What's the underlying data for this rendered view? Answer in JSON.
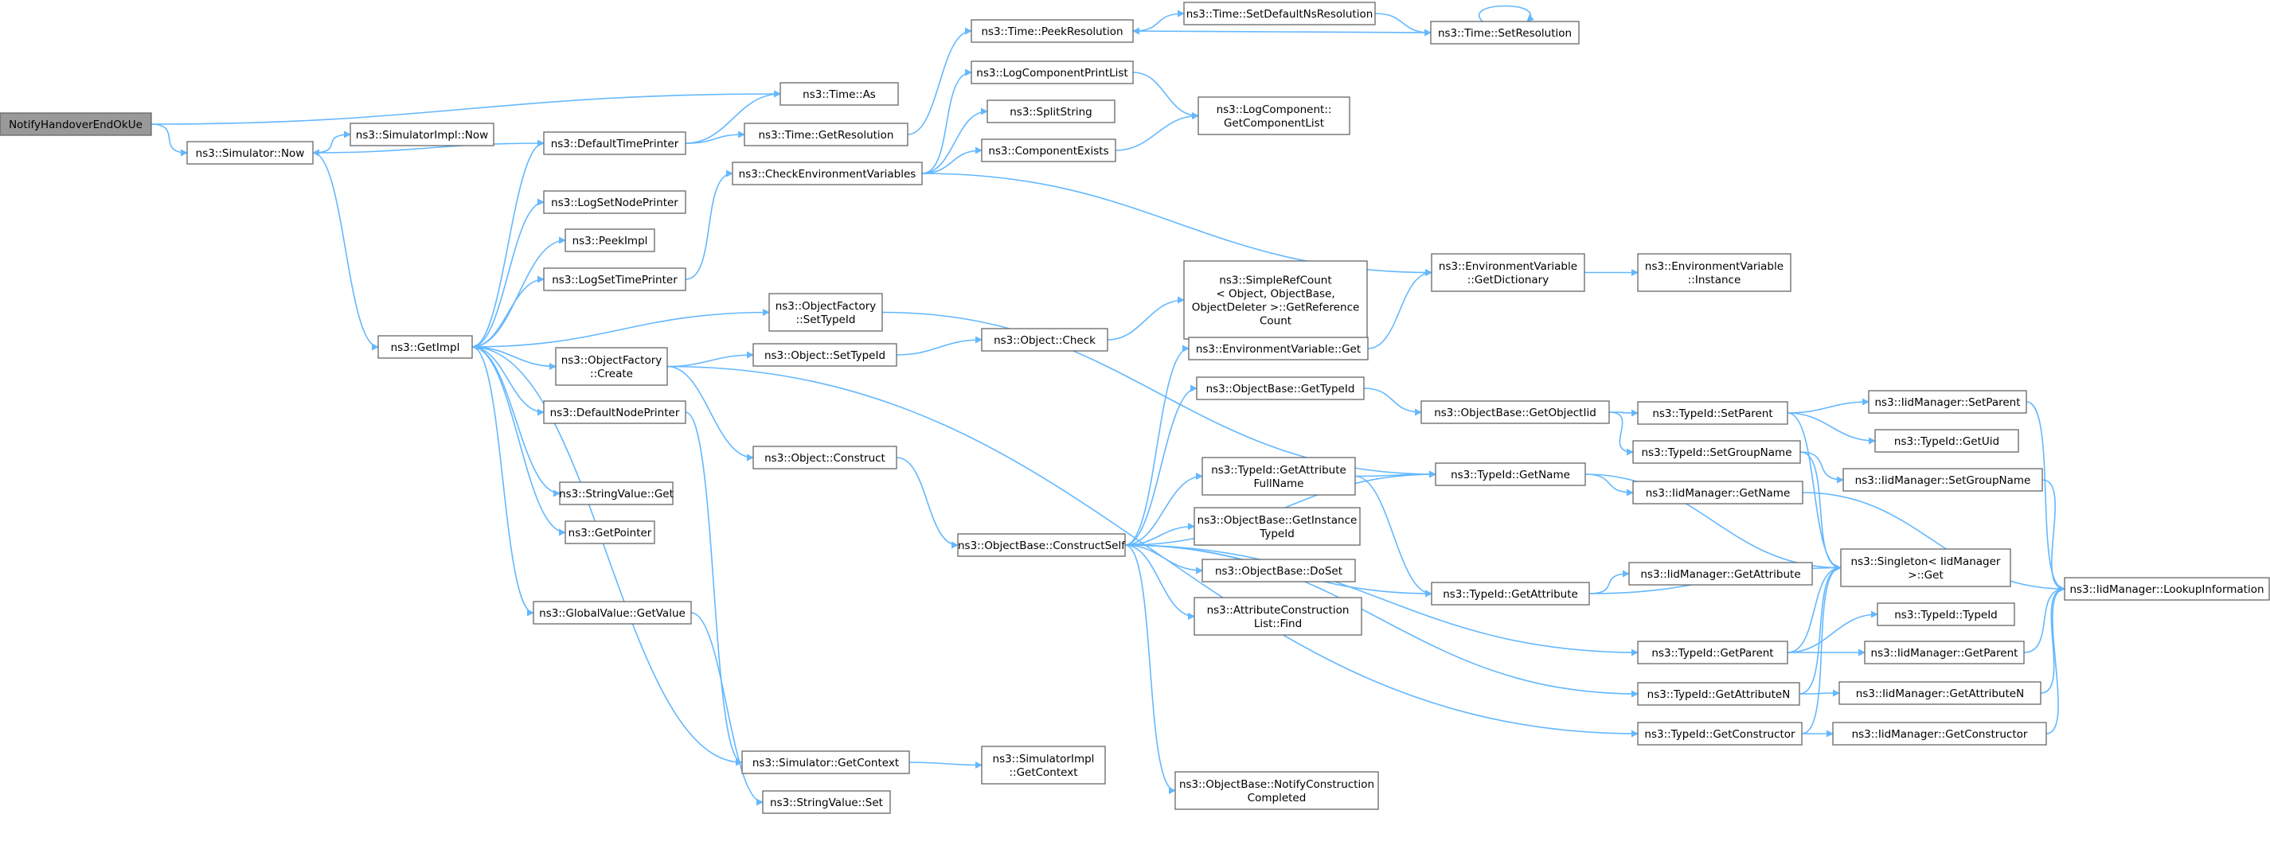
{
  "colors": {
    "edge": "#63b8ff",
    "node_border": "#666666",
    "root_fill": "#999999",
    "background": "#ffffff"
  },
  "nodes": [
    {
      "id": "root",
      "label": [
        "NotifyHandoverEndOkUe"
      ]
    },
    {
      "id": "now",
      "label": [
        "ns3::Simulator::Now"
      ]
    },
    {
      "id": "implnow",
      "label": [
        "ns3::SimulatorImpl::Now"
      ]
    },
    {
      "id": "dtp",
      "label": [
        "ns3::DefaultTimePrinter"
      ]
    },
    {
      "id": "timeas",
      "label": [
        "ns3::Time::As"
      ]
    },
    {
      "id": "getres",
      "label": [
        "ns3::Time::GetResolution"
      ]
    },
    {
      "id": "peekres",
      "label": [
        "ns3::Time::PeekResolution"
      ]
    },
    {
      "id": "setdef",
      "label": [
        "ns3::Time::SetDefaultNsResolution"
      ]
    },
    {
      "id": "setres",
      "label": [
        "ns3::Time::SetResolution"
      ]
    },
    {
      "id": "logcpl",
      "label": [
        "ns3::LogComponentPrintList"
      ]
    },
    {
      "id": "splitstr",
      "label": [
        "ns3::SplitString"
      ]
    },
    {
      "id": "compex",
      "label": [
        "ns3::ComponentExists"
      ]
    },
    {
      "id": "checkenv",
      "label": [
        "ns3::CheckEnvironmentVariables"
      ]
    },
    {
      "id": "logcomp",
      "label": [
        "ns3::LogComponent::",
        "GetComponentList"
      ]
    },
    {
      "id": "getimpl",
      "label": [
        "ns3::GetImpl"
      ]
    },
    {
      "id": "lsnp",
      "label": [
        "ns3::LogSetNodePrinter"
      ]
    },
    {
      "id": "peekimpl",
      "label": [
        "ns3::PeekImpl"
      ]
    },
    {
      "id": "lstp",
      "label": [
        "ns3::LogSetTimePrinter"
      ]
    },
    {
      "id": "ofsettid",
      "label": [
        "ns3::ObjectFactory",
        "::SetTypeId"
      ]
    },
    {
      "id": "ofcreate",
      "label": [
        "ns3::ObjectFactory",
        "::Create"
      ]
    },
    {
      "id": "dnp",
      "label": [
        "ns3::DefaultNodePrinter"
      ]
    },
    {
      "id": "strget",
      "label": [
        "ns3::StringValue::Get"
      ]
    },
    {
      "id": "getptr",
      "label": [
        "ns3::GetPointer"
      ]
    },
    {
      "id": "gvget",
      "label": [
        "ns3::GlobalValue::GetValue"
      ]
    },
    {
      "id": "simctx",
      "label": [
        "ns3::Simulator::GetContext"
      ]
    },
    {
      "id": "strset",
      "label": [
        "ns3::StringValue::Set"
      ]
    },
    {
      "id": "implctx",
      "label": [
        "ns3::SimulatorImpl",
        "::GetContext"
      ]
    },
    {
      "id": "objsettid",
      "label": [
        "ns3::Object::SetTypeId"
      ]
    },
    {
      "id": "objcheck",
      "label": [
        "ns3::Object::Check"
      ]
    },
    {
      "id": "objconstruct",
      "label": [
        "ns3::Object::Construct"
      ]
    },
    {
      "id": "srcget",
      "label": [
        "ns3::SimpleRefCount",
        "< Object, ObjectBase,",
        "ObjectDeleter >::GetReference",
        "Count"
      ]
    },
    {
      "id": "obcs",
      "label": [
        "ns3::ObjectBase::ConstructSelf"
      ]
    },
    {
      "id": "envget",
      "label": [
        "ns3::EnvironmentVariable::Get"
      ]
    },
    {
      "id": "envdict",
      "label": [
        "ns3::EnvironmentVariable",
        "::GetDictionary"
      ]
    },
    {
      "id": "envinst",
      "label": [
        "ns3::EnvironmentVariable",
        "::Instance"
      ]
    },
    {
      "id": "obgettid",
      "label": [
        "ns3::ObjectBase::GetTypeId"
      ]
    },
    {
      "id": "tidgafn",
      "label": [
        "ns3::TypeId::GetAttribute",
        "FullName"
      ]
    },
    {
      "id": "obgitid",
      "label": [
        "ns3::ObjectBase::GetInstance",
        "TypeId"
      ]
    },
    {
      "id": "obdoset",
      "label": [
        "ns3::ObjectBase::DoSet"
      ]
    },
    {
      "id": "aclfind",
      "label": [
        "ns3::AttributeConstruction",
        "List::Find"
      ]
    },
    {
      "id": "obnotify",
      "label": [
        "ns3::ObjectBase::NotifyConstruction",
        "Completed"
      ]
    },
    {
      "id": "obgoid",
      "label": [
        "ns3::ObjectBase::GetObjectIid"
      ]
    },
    {
      "id": "tidgetname",
      "label": [
        "ns3::TypeId::GetName"
      ]
    },
    {
      "id": "tidgetattr",
      "label": [
        "ns3::TypeId::GetAttribute"
      ]
    },
    {
      "id": "tidgetparent",
      "label": [
        "ns3::TypeId::GetParent"
      ]
    },
    {
      "id": "tidgetattrn",
      "label": [
        "ns3::TypeId::GetAttributeN"
      ]
    },
    {
      "id": "tidgetctor",
      "label": [
        "ns3::TypeId::GetConstructor"
      ]
    },
    {
      "id": "tidsetparent",
      "label": [
        "ns3::TypeId::SetParent"
      ]
    },
    {
      "id": "tidsetgroup",
      "label": [
        "ns3::TypeId::SetGroupName"
      ]
    },
    {
      "id": "imgetname",
      "label": [
        "ns3::IidManager::GetName"
      ]
    },
    {
      "id": "imgetattr",
      "label": [
        "ns3::IidManager::GetAttribute"
      ]
    },
    {
      "id": "singleton",
      "label": [
        "ns3::Singleton< IidManager",
        ">::Get"
      ]
    },
    {
      "id": "imsetparent",
      "label": [
        "ns3::IidManager::SetParent"
      ]
    },
    {
      "id": "tidgetuid",
      "label": [
        "ns3::TypeId::GetUid"
      ]
    },
    {
      "id": "imsetgroup",
      "label": [
        "ns3::IidManager::SetGroupName"
      ]
    },
    {
      "id": "tidtypeid",
      "label": [
        "ns3::TypeId::TypeId"
      ]
    },
    {
      "id": "imgetparent",
      "label": [
        "ns3::IidManager::GetParent"
      ]
    },
    {
      "id": "imgetattrn",
      "label": [
        "ns3::IidManager::GetAttributeN"
      ]
    },
    {
      "id": "imgetctor",
      "label": [
        "ns3::IidManager::GetConstructor"
      ]
    },
    {
      "id": "imlookup",
      "label": [
        "ns3::IidManager::LookupInformation"
      ]
    }
  ]
}
